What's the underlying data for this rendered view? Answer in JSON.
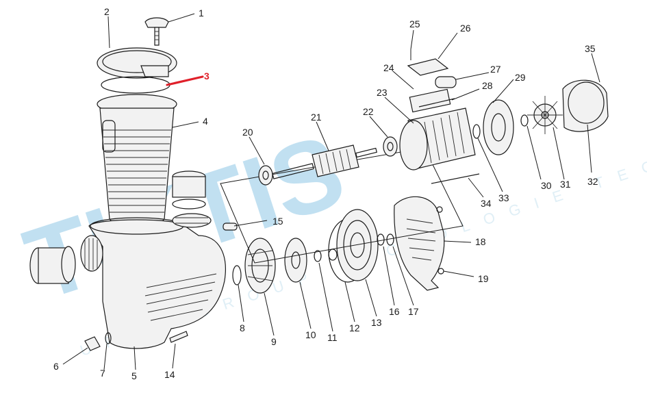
{
  "watermark": {
    "brand": "TIKTIS",
    "tagline": "URBO  GROUP  TECNOLOGIE  TECNOLOGIA  NOSTRO"
  },
  "colors": {
    "ink": "#1a1a1a",
    "highlight": "#e0202a",
    "watermark": "#8fc8e6",
    "watermark_sub": "#c7e2f0"
  },
  "callouts": [
    {
      "id": "1",
      "label": "1",
      "highlighted": false
    },
    {
      "id": "2",
      "label": "2",
      "highlighted": false
    },
    {
      "id": "3",
      "label": "3",
      "highlighted": true
    },
    {
      "id": "4",
      "label": "4",
      "highlighted": false
    },
    {
      "id": "5",
      "label": "5",
      "highlighted": false
    },
    {
      "id": "6",
      "label": "6",
      "highlighted": false
    },
    {
      "id": "7",
      "label": "7",
      "highlighted": false
    },
    {
      "id": "8",
      "label": "8",
      "highlighted": false
    },
    {
      "id": "9",
      "label": "9",
      "highlighted": false
    },
    {
      "id": "10",
      "label": "10",
      "highlighted": false
    },
    {
      "id": "11",
      "label": "11",
      "highlighted": false
    },
    {
      "id": "12",
      "label": "12",
      "highlighted": false
    },
    {
      "id": "13",
      "label": "13",
      "highlighted": false
    },
    {
      "id": "14",
      "label": "14",
      "highlighted": false
    },
    {
      "id": "15",
      "label": "15",
      "highlighted": false
    },
    {
      "id": "16",
      "label": "16",
      "highlighted": false
    },
    {
      "id": "17",
      "label": "17",
      "highlighted": false
    },
    {
      "id": "18",
      "label": "18",
      "highlighted": false
    },
    {
      "id": "19",
      "label": "19",
      "highlighted": false
    },
    {
      "id": "20",
      "label": "20",
      "highlighted": false
    },
    {
      "id": "21",
      "label": "21",
      "highlighted": false
    },
    {
      "id": "22",
      "label": "22",
      "highlighted": false
    },
    {
      "id": "23",
      "label": "23",
      "highlighted": false
    },
    {
      "id": "24",
      "label": "24",
      "highlighted": false
    },
    {
      "id": "25",
      "label": "25",
      "highlighted": false
    },
    {
      "id": "26",
      "label": "26",
      "highlighted": false
    },
    {
      "id": "27",
      "label": "27",
      "highlighted": false
    },
    {
      "id": "28",
      "label": "28",
      "highlighted": false
    },
    {
      "id": "29",
      "label": "29",
      "highlighted": false
    },
    {
      "id": "30",
      "label": "30",
      "highlighted": false
    },
    {
      "id": "31",
      "label": "31",
      "highlighted": false
    },
    {
      "id": "32",
      "label": "32",
      "highlighted": false
    },
    {
      "id": "33",
      "label": "33",
      "highlighted": false
    },
    {
      "id": "34",
      "label": "34",
      "highlighted": false
    },
    {
      "id": "35",
      "label": "35",
      "highlighted": false
    }
  ]
}
